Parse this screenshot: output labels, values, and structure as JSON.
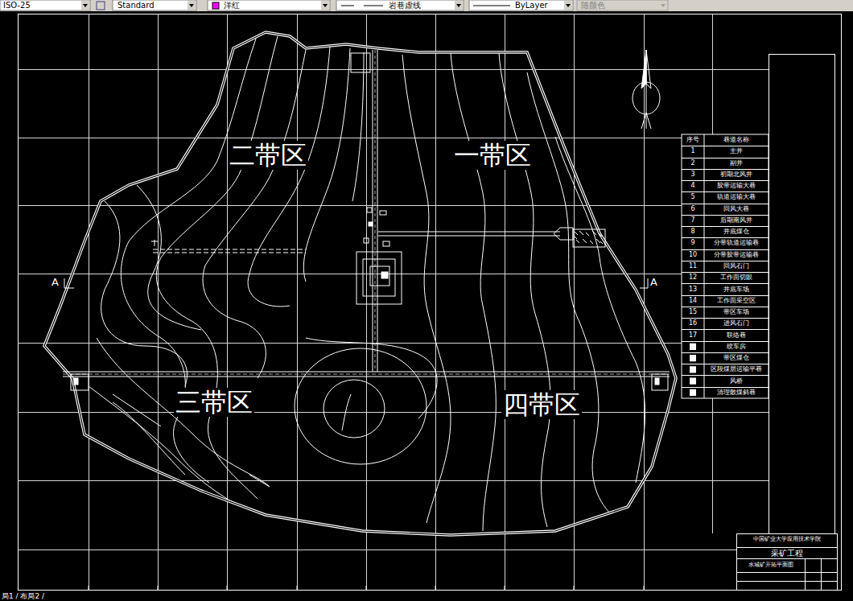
{
  "diagram": {
    "labels": [
      "ISO-25",
      "Standard",
      "洋红",
      "岩巷虚线",
      "ByLayer",
      "随颜色",
      "二带区",
      "一带区",
      "三带区",
      "四带区",
      "A",
      "A",
      "序号",
      "巷道名称",
      "1",
      "主井",
      "2",
      "副井",
      "3",
      "初期北风井",
      "4",
      "胶带运输大巷",
      "5",
      "轨道运输大巷",
      "6",
      "回风大巷",
      "7",
      "后期南风井",
      "8",
      "井底煤仓",
      "9",
      "分带轨道运输巷",
      "10",
      "分带胶带运输巷",
      "11",
      "回风石门",
      "12",
      "工作面切眼",
      "13",
      "井底车场",
      "14",
      "工作面采空区",
      "15",
      "带区车场",
      "16",
      "进风石门",
      "17",
      "联络巷",
      "绞车房",
      "带区煤仓",
      "区段煤层运输平巷",
      "风桥",
      "清理散煤斜巷",
      "中国矿业大学应用技术学院",
      "采矿工程",
      "水城矿开拓平面图",
      "局1 / 布局2 /"
    ]
  }
}
